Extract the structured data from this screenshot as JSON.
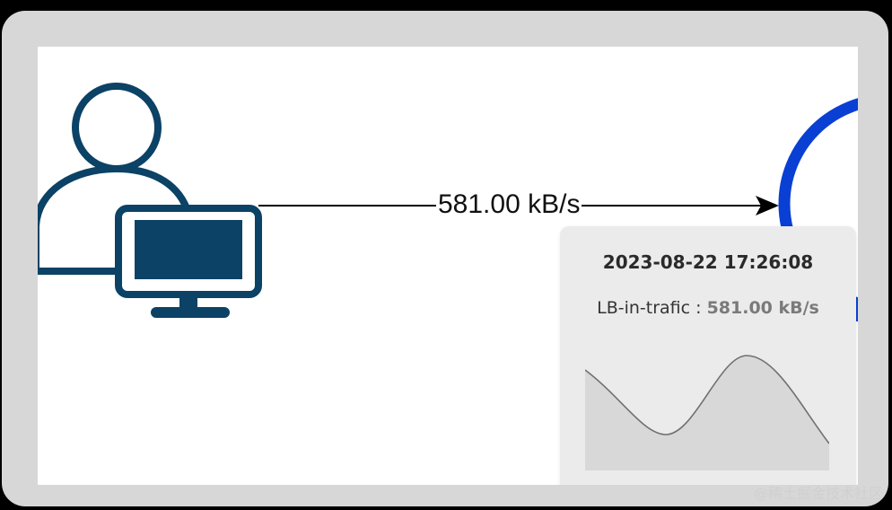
{
  "diagram": {
    "link_label": "581.00 kB/s",
    "user_icon": "user-computer-icon",
    "target_icon": "load-balancer-node-icon",
    "colors": {
      "user_icon": "#0b4266",
      "target_ring": "#0a3fd4",
      "edge": "#000000"
    }
  },
  "tooltip": {
    "timestamp": "2023-08-22 17:26:08",
    "metric_label": "LB-in-trafic : ",
    "metric_value": "581.00 kB/s",
    "sparkline_icon": "sparkline-area-chart"
  },
  "watermark": {
    "text": "@稀土掘金技术社区"
  }
}
